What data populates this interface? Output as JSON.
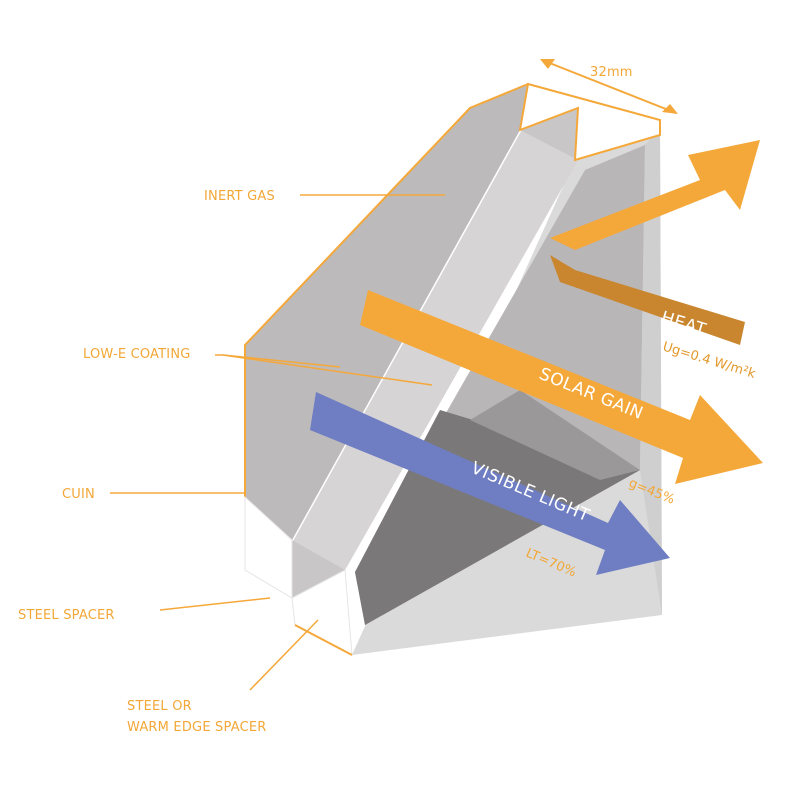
{
  "dimension": {
    "label": "32mm"
  },
  "labels": {
    "inert_gas": "INERT GAS",
    "low_e_coating": "LOW-E COATING",
    "cuin": "CUIN",
    "steel_spacer": "STEEL SPACER",
    "warm_edge_line1": "STEEL OR",
    "warm_edge_line2": "WARM EDGE SPACER"
  },
  "arrows": {
    "heat": {
      "label": "HEAT",
      "value": "Ug=0.4 W/m²k"
    },
    "solar_gain": {
      "label": "SOLAR GAIN",
      "value": "g=45%"
    },
    "visible_light": {
      "label": "VISIBLE LIGHT",
      "value": "LT=70%"
    }
  },
  "colors": {
    "accent_orange": "#f5a83a",
    "heat_brown": "#c9862f",
    "visible_blue": "#6f7ec2",
    "glass_gray": "#bdbabb",
    "frame_gray": "#dcdcdc"
  }
}
